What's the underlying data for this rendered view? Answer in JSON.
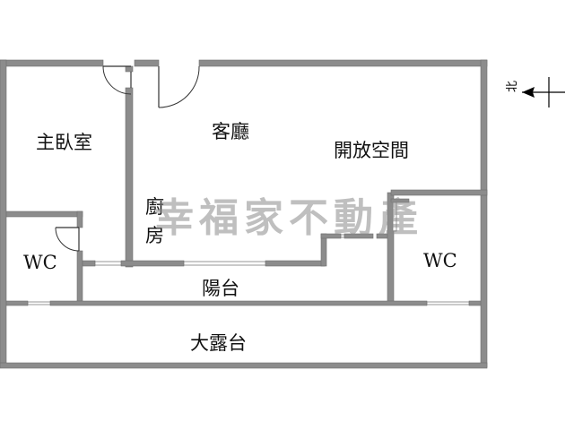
{
  "rooms": {
    "master_bedroom": "主臥室",
    "living_room": "客廳",
    "open_space": "開放空間",
    "kitchen_line1": "廚",
    "kitchen_line2": "房",
    "wc_left": "WC",
    "wc_right": "WC",
    "balcony": "陽台",
    "terrace": "大露台"
  },
  "watermark": "幸福家不動產",
  "compass": {
    "label": "北"
  },
  "colors": {
    "wall": "#8c8c8c",
    "watermark": "#8a8a8a",
    "text": "#111111"
  }
}
